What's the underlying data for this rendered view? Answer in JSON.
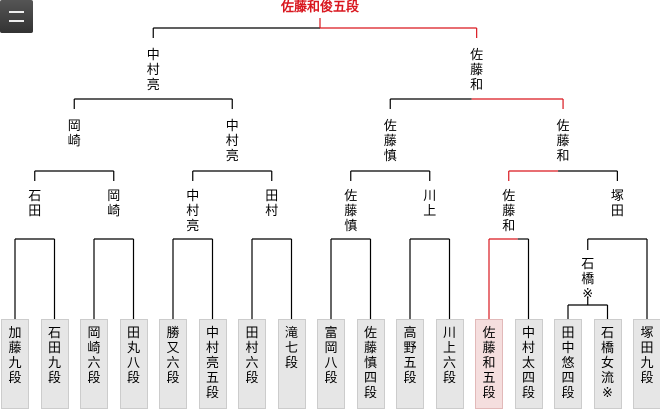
{
  "title": "佐藤和俊五段",
  "menu_icon": "menu-icon",
  "colors": {
    "winner": "#d9171f",
    "box": "#e6e6e6",
    "box_win": "#f5dede"
  },
  "players": [
    {
      "name": "加藤九段"
    },
    {
      "name": "石田九段"
    },
    {
      "name": "岡崎六段"
    },
    {
      "name": "田丸八段"
    },
    {
      "name": "勝又六段"
    },
    {
      "name": "中村亮五段"
    },
    {
      "name": "田村六段"
    },
    {
      "name": "滝　七段"
    },
    {
      "name": "富岡八段"
    },
    {
      "name": "佐藤慎四段"
    },
    {
      "name": "高野五段"
    },
    {
      "name": "川上六段"
    },
    {
      "name": "佐藤和五段",
      "highlight": true
    },
    {
      "name": "中村太四段"
    },
    {
      "name": "田中悠四段"
    },
    {
      "name": "石橋女流※"
    },
    {
      "name": "塚田九段"
    }
  ],
  "results": {
    "r1": [
      "石田",
      "岡崎",
      "中村亮",
      "田村",
      "佐藤慎",
      "川上",
      "佐藤和",
      "石橋※",
      "塚田"
    ],
    "r2": [
      "岡崎",
      "中村亮",
      "佐藤慎",
      "佐藤和"
    ],
    "r3": [
      "中村亮",
      "佐藤和"
    ]
  }
}
